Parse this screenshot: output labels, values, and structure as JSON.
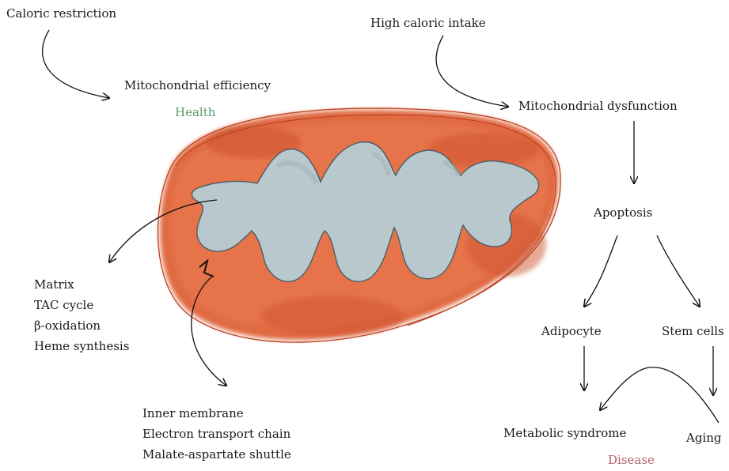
{
  "top_left": {
    "caloric_restriction": "Caloric restriction",
    "mito_efficiency": "Mitochondrial efficiency",
    "health": "Health"
  },
  "top_right": {
    "high_caloric": "High caloric intake",
    "mito_dysfunction": "Mitochondrial dysfunction",
    "apoptosis": "Apoptosis",
    "adipocyte": "Adipocyte",
    "stem_cells": "Stem cells",
    "metabolic_syndrome": "Metabolic syndrome",
    "aging": "Aging",
    "disease": "Disease"
  },
  "matrix_block": [
    "Matrix",
    "TAC cycle",
    "β-oxidation",
    "Heme synthesis"
  ],
  "membrane_block": [
    "Inner membrane",
    "Electron transport chain",
    "Malate-aspartate shuttle"
  ],
  "colors": {
    "outer": "#e06a42",
    "outer_dark": "#c9502c",
    "matrix": "#b8c8cc",
    "health": "#5a9a6a",
    "disease": "#b06070"
  }
}
